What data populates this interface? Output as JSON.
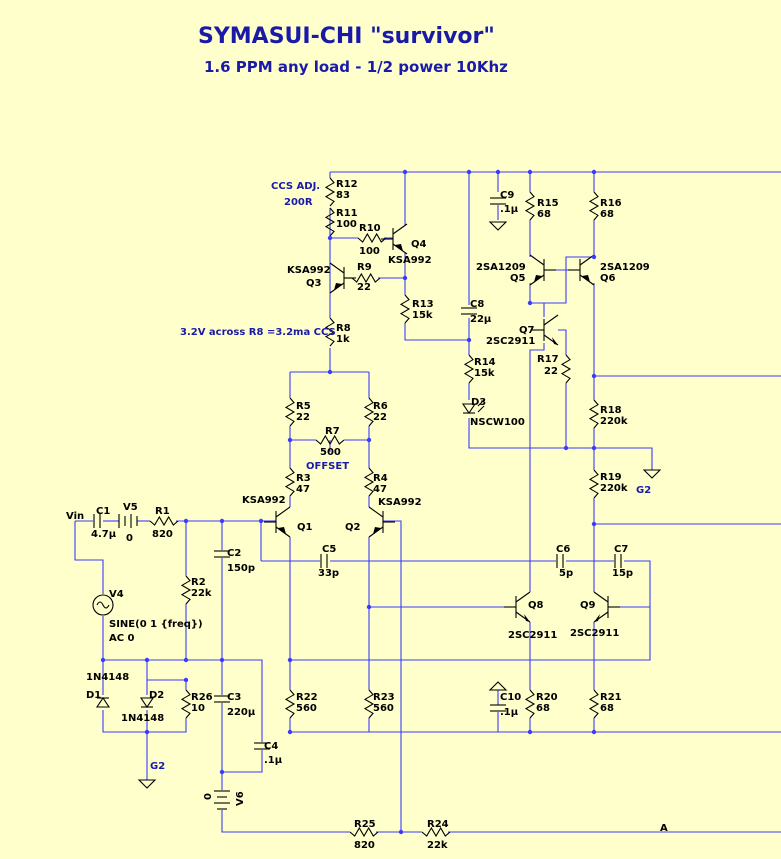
{
  "title": "SYMASUI-CHI \"survivor\"",
  "subtitle": "1.6 PPM  any load - 1/2 power 10Khz",
  "annotations": {
    "ccs_adj": "CCS ADJ.",
    "ccs_adj_value": "200R",
    "ccs_note": "3.2V across R8 =3.2ma CCS",
    "offset": "OFFSET",
    "vin": "Vin",
    "node_a": "A"
  },
  "components": {
    "R12": {
      "ref": "R12",
      "value": "83"
    },
    "R11": {
      "ref": "R11",
      "value": "100"
    },
    "R10": {
      "ref": "R10",
      "value": "100"
    },
    "R9": {
      "ref": "R9",
      "value": "22"
    },
    "R8": {
      "ref": "R8",
      "value": "1k"
    },
    "R13": {
      "ref": "R13",
      "value": "15k"
    },
    "R14": {
      "ref": "R14",
      "value": "15k"
    },
    "R15": {
      "ref": "R15",
      "value": "68"
    },
    "R16": {
      "ref": "R16",
      "value": "68"
    },
    "R17": {
      "ref": "R17",
      "value": "22"
    },
    "R18": {
      "ref": "R18",
      "value": "220k"
    },
    "R19": {
      "ref": "R19",
      "value": "220k"
    },
    "R5": {
      "ref": "R5",
      "value": "22"
    },
    "R6": {
      "ref": "R6",
      "value": "22"
    },
    "R7": {
      "ref": "R7",
      "value": "500"
    },
    "R3": {
      "ref": "R3",
      "value": "47"
    },
    "R4": {
      "ref": "R4",
      "value": "47"
    },
    "R1": {
      "ref": "R1",
      "value": "820"
    },
    "R2": {
      "ref": "R2",
      "value": "22k"
    },
    "R26": {
      "ref": "R26",
      "value": "10"
    },
    "R22": {
      "ref": "R22",
      "value": "560"
    },
    "R23": {
      "ref": "R23",
      "value": "560"
    },
    "R20": {
      "ref": "R20",
      "value": "68"
    },
    "R21": {
      "ref": "R21",
      "value": "68"
    },
    "R25": {
      "ref": "R25",
      "value": "820"
    },
    "R24": {
      "ref": "R24",
      "value": "22k"
    },
    "C1": {
      "ref": "C1",
      "value": "4.7µ"
    },
    "C2": {
      "ref": "C2",
      "value": "150p"
    },
    "C3": {
      "ref": "C3",
      "value": "220µ"
    },
    "C4": {
      "ref": "C4",
      "value": ".1µ"
    },
    "C5": {
      "ref": "C5",
      "value": "33p"
    },
    "C6": {
      "ref": "C6",
      "value": "5p"
    },
    "C7": {
      "ref": "C7",
      "value": "15p"
    },
    "C8": {
      "ref": "C8",
      "value": "22µ"
    },
    "C9": {
      "ref": "C9",
      "value": ".1µ"
    },
    "C10": {
      "ref": "C10",
      "value": ".1µ"
    },
    "V4": {
      "ref": "V4",
      "value": "SINE(0 1 {freq})",
      "value2": "AC 0"
    },
    "V5": {
      "ref": "V5",
      "value": "0"
    },
    "V6": {
      "ref": "V6",
      "value": "0"
    },
    "D1": {
      "ref": "D1",
      "value": "1N4148"
    },
    "D2": {
      "ref": "D2",
      "value": "1N4148"
    },
    "D3": {
      "ref": "D3",
      "value": "NSCW100"
    },
    "Q1": {
      "ref": "Q1",
      "value": "KSA992"
    },
    "Q2": {
      "ref": "Q2",
      "value": "KSA992"
    },
    "Q3": {
      "ref": "Q3",
      "value": "KSA992"
    },
    "Q4": {
      "ref": "Q4",
      "value": "KSA992"
    },
    "Q5": {
      "ref": "Q5",
      "value": "2SA1209"
    },
    "Q6": {
      "ref": "Q6",
      "value": "2SA1209"
    },
    "Q7": {
      "ref": "Q7",
      "value": "2SC2911"
    },
    "Q8": {
      "ref": "Q8",
      "value": "2SC2911"
    },
    "Q9": {
      "ref": "Q9",
      "value": "2SC2911"
    }
  },
  "grounds": {
    "g2_left": "G2",
    "g2_right": "G2"
  },
  "colors": {
    "background": "#ffffcc",
    "wire": "#3b3bff",
    "component": "#000000",
    "annotation": "#1a1aa8"
  }
}
